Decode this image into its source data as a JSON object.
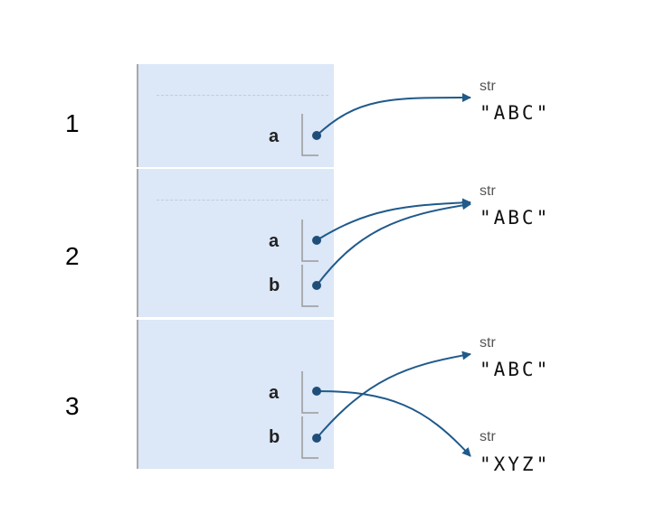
{
  "steps": [
    {
      "number": "1",
      "frame_vars": [
        "a"
      ],
      "heap_objects": [
        {
          "type": "str",
          "value": "\"ABC\""
        }
      ],
      "references": [
        {
          "from": "a",
          "to": "\"ABC\""
        }
      ]
    },
    {
      "number": "2",
      "frame_vars": [
        "a",
        "b"
      ],
      "heap_objects": [
        {
          "type": "str",
          "value": "\"ABC\""
        }
      ],
      "references": [
        {
          "from": "a",
          "to": "\"ABC\""
        },
        {
          "from": "b",
          "to": "\"ABC\""
        }
      ]
    },
    {
      "number": "3",
      "frame_vars": [
        "a",
        "b"
      ],
      "heap_objects": [
        {
          "type": "str",
          "value": "\"ABC\""
        },
        {
          "type": "str",
          "value": "\"XYZ\""
        }
      ],
      "references": [
        {
          "from": "a",
          "to": "\"XYZ\""
        },
        {
          "from": "b",
          "to": "\"ABC\""
        }
      ]
    }
  ],
  "colors": {
    "frame_fill": "#dce7f7",
    "arrow": "#1f5a8b",
    "pointer_dot": "#1f4e79"
  }
}
